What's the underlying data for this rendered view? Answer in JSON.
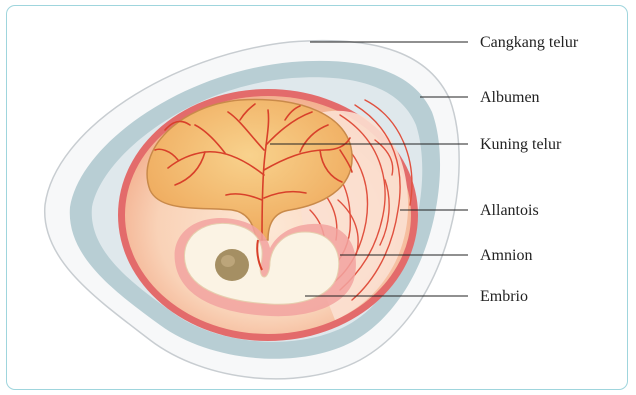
{
  "labels": {
    "shell": "Cangkang telur",
    "albumen": "Albumen",
    "yolk": "Kuning telur",
    "allantois": "Allantois",
    "amnion": "Amnion",
    "embryo": "Embrio"
  },
  "colors": {
    "frame_border": "#9fd5dd",
    "shell": "#f6f7f8",
    "albumen": "#b7cdd3",
    "chorion": "#e06a6a",
    "amniotic_area": "#f7c7a6",
    "yolk": "#f6c27a",
    "blood_vessels": "#d9452e",
    "embryo": "#fbf3e4",
    "eye": "#a38f63"
  }
}
